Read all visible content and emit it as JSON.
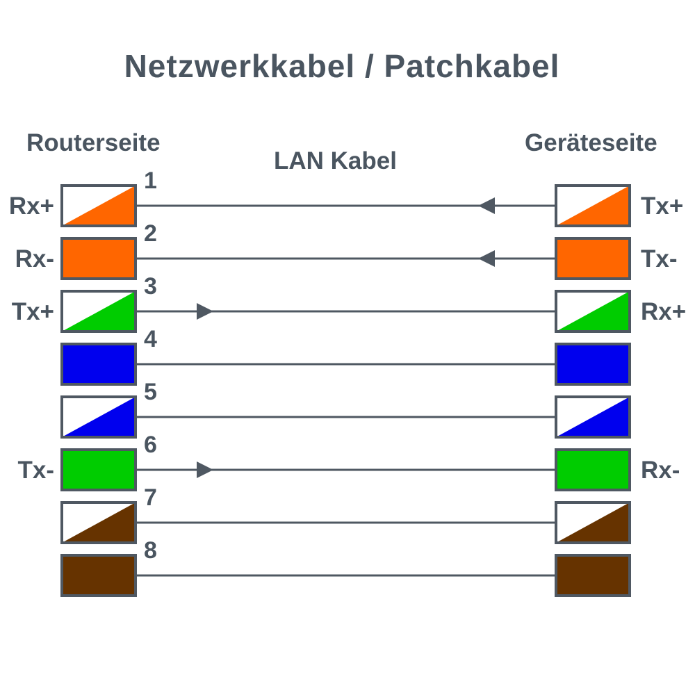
{
  "title": "Netzwerkkabel / Patchkabel",
  "left_header": "Routerseite",
  "right_header": "Geräteseite",
  "cable_label": "LAN Kabel",
  "colors": {
    "text": "#4a5560",
    "border": "#4f5862",
    "orange": "#ff6600",
    "green": "#00cc00",
    "blue": "#0000ee",
    "brown": "#663300",
    "white": "#ffffff"
  },
  "pins": [
    {
      "number": "1",
      "color": "orange",
      "striped": true,
      "left_signal": "Rx+",
      "right_signal": "Tx+",
      "direction": "right-to-left"
    },
    {
      "number": "2",
      "color": "orange",
      "striped": false,
      "left_signal": "Rx-",
      "right_signal": "Tx-",
      "direction": "right-to-left"
    },
    {
      "number": "3",
      "color": "green",
      "striped": true,
      "left_signal": "Tx+",
      "right_signal": "Rx+",
      "direction": "left-to-right"
    },
    {
      "number": "4",
      "color": "blue",
      "striped": false,
      "left_signal": "",
      "right_signal": "",
      "direction": "none"
    },
    {
      "number": "5",
      "color": "blue",
      "striped": true,
      "left_signal": "",
      "right_signal": "",
      "direction": "none"
    },
    {
      "number": "6",
      "color": "green",
      "striped": false,
      "left_signal": "Tx-",
      "right_signal": "Rx-",
      "direction": "left-to-right"
    },
    {
      "number": "7",
      "color": "brown",
      "striped": true,
      "left_signal": "",
      "right_signal": "",
      "direction": "none"
    },
    {
      "number": "8",
      "color": "brown",
      "striped": false,
      "left_signal": "",
      "right_signal": "",
      "direction": "none"
    }
  ]
}
